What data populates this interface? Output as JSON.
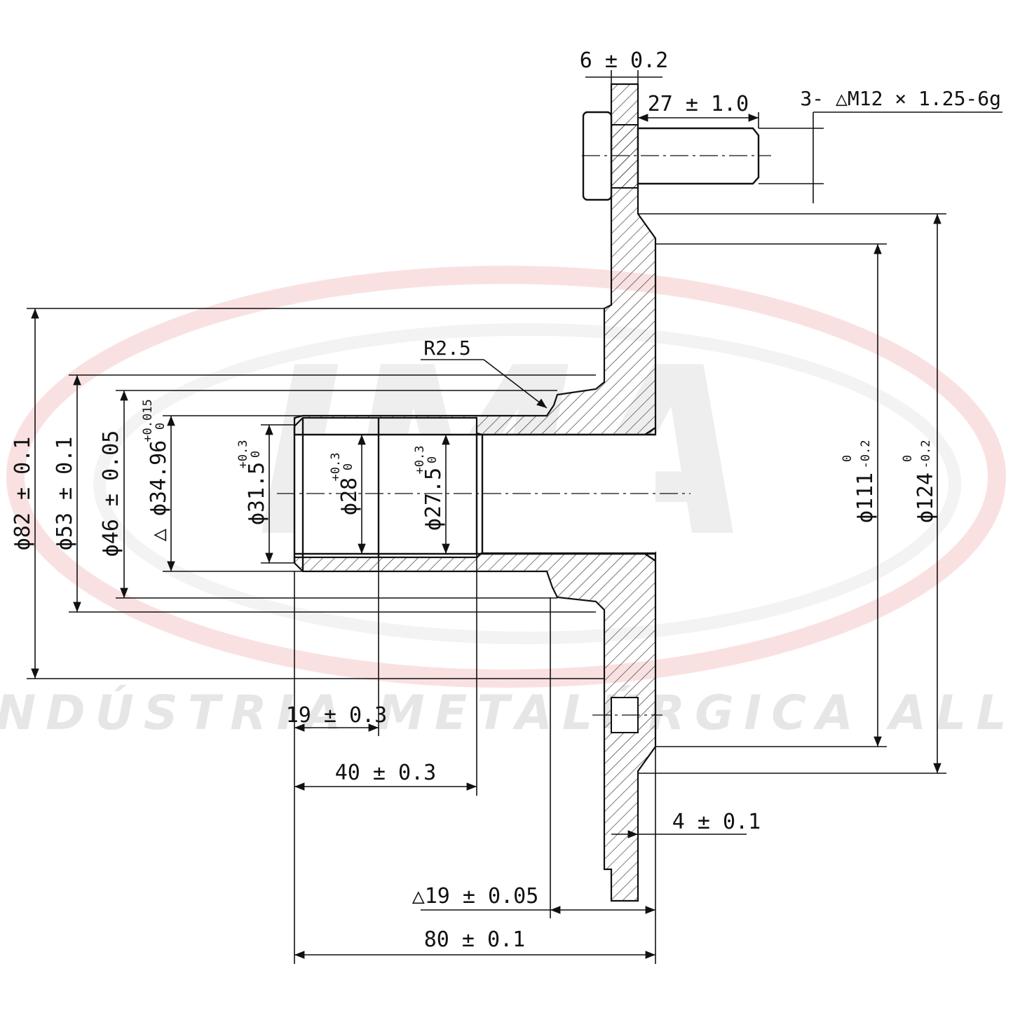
{
  "watermark": {
    "logo_text": "IMA",
    "company": "INDÚSTRIA METALÚRGICA ALLI",
    "ring_color": "#f4b8b8",
    "text_color": "#e6e6e6"
  },
  "dimensions": {
    "flange_thickness": "6 ± 0.2",
    "stud_length": "27 ± 1.0",
    "stud_thread": "3- △M12 × 1.25-6g",
    "fillet_radius": "R2.5",
    "dia_82": "ϕ82 ± 0.1",
    "dia_53": "ϕ53 ± 0.1",
    "dia_46": "ϕ46 ± 0.05",
    "dia_3496": "△ ϕ34.96",
    "dia_3496_tol_upper": "+0.015",
    "dia_3496_tol_lower": "0",
    "dia_315": "ϕ31.5",
    "dia_315_tol_upper": "+0.3",
    "dia_315_tol_lower": "0",
    "dia_28": "ϕ28",
    "dia_28_tol_upper": "+0.3",
    "dia_28_tol_lower": "0",
    "dia_275": "ϕ27.5",
    "dia_275_tol_upper": "+0.3",
    "dia_275_tol_lower": "0",
    "dia_111": "ϕ111",
    "dia_111_tol_upper": "0",
    "dia_111_tol_lower": "-0.2",
    "dia_124": "ϕ124",
    "dia_124_tol_upper": "0",
    "dia_124_tol_lower": "-0.2",
    "len_19": "19 ± 0.3",
    "len_40": "40 ± 0.3",
    "len_4": "4 ± 0.1",
    "len_19_05": "△19 ± 0.05",
    "len_80": "80 ± 0.1"
  }
}
